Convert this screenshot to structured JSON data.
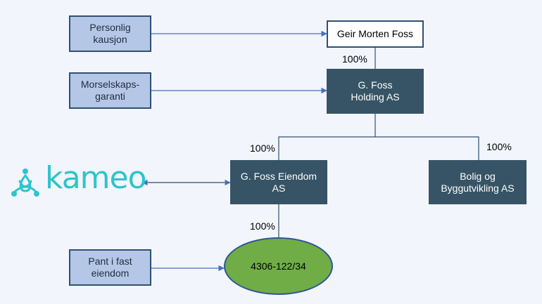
{
  "nodes": {
    "personlig": "Personlig kausjon",
    "morselskap": "Morselskaps-garanti",
    "pant": "Pant i fast eiendom",
    "geir": "Geir Morten Foss",
    "holding": "G. Foss Holding AS",
    "eiendom": "G. Foss Eiendom AS",
    "bolig": "Bolig og Byggutvikling AS",
    "property": "4306-122/34"
  },
  "ownership": {
    "geir_holding": "100%",
    "holding_eiendom": "100%",
    "holding_bolig": "100%",
    "eiendom_property": "100%"
  },
  "logo": {
    "text": "kameo"
  },
  "colors": {
    "light_box": "#b4c7e7",
    "dark_box": "#365465",
    "ellipse": "#70ad47",
    "line": "#4472c4",
    "logo": "#2ec4cc"
  }
}
